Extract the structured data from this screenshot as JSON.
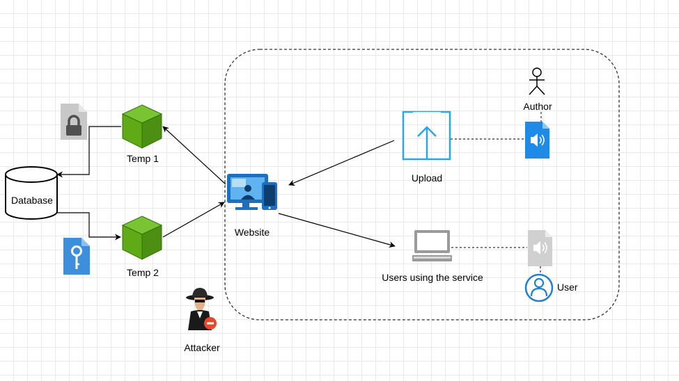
{
  "diagram": {
    "nodes": {
      "database": {
        "label": "Database"
      },
      "temp1": {
        "label": "Temp 1"
      },
      "temp2": {
        "label": "Temp 2"
      },
      "website": {
        "label": "Website"
      },
      "upload": {
        "label": "Upload"
      },
      "users_service": {
        "label": "Users using the service"
      },
      "author": {
        "label": "Author"
      },
      "user": {
        "label": "User"
      },
      "attacker": {
        "label": "Attacker"
      }
    },
    "colors": {
      "cube_green": "#60a917",
      "cube_green_dark": "#2d7600",
      "azure_blue": "#1f7fd4",
      "upload_blue": "#29a6e6",
      "grey_doc": "#c8c8c8",
      "grey_dark": "#6f6f6f",
      "stop_red": "#e8472c"
    },
    "icons": [
      "lock-file-icon",
      "key-file-icon",
      "cube-icon",
      "devices-icon",
      "upload-icon",
      "laptop-icon",
      "audio-file-icon",
      "actor-icon",
      "user-circle-icon",
      "spy-icon"
    ]
  }
}
